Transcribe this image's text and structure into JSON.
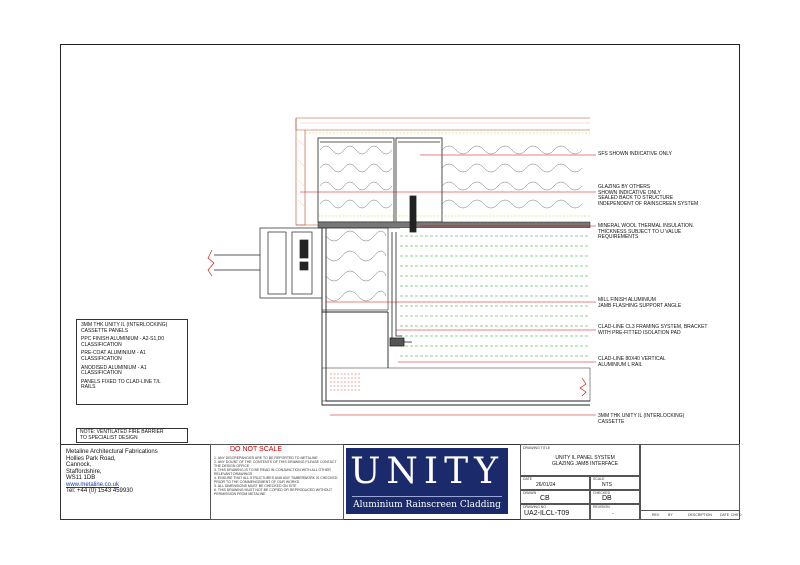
{
  "annotations": {
    "sfs": [
      "SFS SHOWN INDICATIVE ONLY"
    ],
    "glazing": [
      "GLAZING BY OTHERS",
      "SHOWN INDICATIVE ONLY",
      "SEALED BACK TO STRUCTURE",
      "INDEPENDENT OF RAINSCREEN SYSTEM"
    ],
    "mineral_wool": [
      "MINERAL WOOL THERMAL INSULATION.",
      "THICKNESS SUBJECT TO U VALUE",
      "REQUIREMENTS"
    ],
    "jamb_angle": [
      "MILL FINISH ALUMINIUM",
      "JAMB FLASHING SUPPORT ANGLE"
    ],
    "framing": [
      "CLAD-LINE CL3 FRAMING SYSTEM, BRACKET",
      "WITH PRE-FITTED ISOLATION PAD"
    ],
    "vertical_rail": [
      "CLAD-LINE 80X40 VERTICAL",
      "ALUMINIUM L RAIL"
    ],
    "cassette": [
      "3MM THK UNITY IL (INTERLOCKING)",
      "CASSETTE"
    ]
  },
  "legend": [
    [
      "3MM THK UNITY IL (INTERLOCKING)",
      "CASSETTE PANELS"
    ],
    [
      "PPC FINISH ALUMINIUM - A2-S1,D0",
      "CLASSIFICATION"
    ],
    [
      "PRE-COAT ALUMINIUM - A1",
      "CLASSIFICATION"
    ],
    [
      "ANODISED ALUMINIUM - A1",
      "CLASSIFICATION"
    ],
    [
      "PANELS FIXED TO CLAD-LINE T/L",
      "RAILS"
    ]
  ],
  "note": [
    "NOTE: VENTILATED FIRE BARRIER",
    "TO SPECIALIST DESIGN"
  ],
  "company": {
    "name": "Metaline Architectural Fabrications",
    "address": [
      "Hollies Park Road,",
      "Cannock,",
      "Staffordshire,",
      "WS11 1DB"
    ],
    "website": "www.metaline.co.uk",
    "tel": "Tel: +44 (0) 1543 459930"
  },
  "do_not_scale": {
    "heading": "DO NOT SCALE",
    "notes": [
      "1.  ANY DISCREPANCIES ARE TO BE REPORTED TO METALINE",
      "2.  ANY DOUBT OF THE CONTENTS OF THIS DRAWING PLEASE CONTACT THE DESIGN OFFICE",
      "3.  THIS DRAWING IS TO BE READ IN CONJUNCTION WITH ALL OTHER RELEVANT DRAWINGS",
      "4.  ENSURE THAT ALL STRUCTURES AND ANY TIMBERWORK IS CHECKED PRIOR TO THE COMMENCEMENT OF OUR WORKS",
      "5.  ALL DIMENSIONS MUST BE CHECKED ON SITE",
      "6.  THIS DRAWING MUST NOT BE COPIED OR REPRODUCED WITHOUT PERMISSION FROM METALINE"
    ]
  },
  "logo": {
    "word": "UNITY",
    "tagline": "Aluminium Rainscreen Cladding",
    "background": "#1a2a6b"
  },
  "title_block": {
    "drawing_title_label": "DRAWING TITLE",
    "title_lines": [
      "UNITY IL PANEL SYSTEM",
      "GLAZING JAMB INTERFACE"
    ],
    "date_label": "DATE",
    "date": "26/01/24",
    "scale_label": "SCALE",
    "scale": "NTS",
    "drawn_label": "DRAWN",
    "drawn": "CB",
    "checked_label": "CHECKED",
    "checked": "DB",
    "number_label": "DRAWING NO.",
    "number": "UA2-ILCL-T09",
    "revision_label": "REVISION",
    "revision": "-",
    "rev_headers": [
      "REV",
      "BY",
      "DESCRIPTION",
      "DATE",
      "CHK'D"
    ]
  },
  "colors": {
    "accent_red": "#d00000",
    "insulation_green": "#2a9d2a",
    "steel_grey": "#444444",
    "timber": "#b84a2a"
  }
}
